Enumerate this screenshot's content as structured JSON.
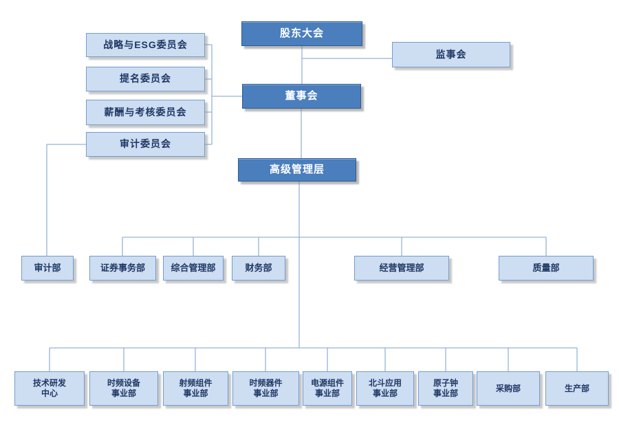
{
  "colors": {
    "primary_box_fill": "#4A7EBD",
    "primary_box_border": "#2E5A94",
    "primary_box_text": "#FFFFFF",
    "secondary_box_fill": "#CDDDF2",
    "secondary_box_border": "#739CCB",
    "secondary_box_text": "#1F3864",
    "connector": "#95B3D7"
  },
  "nodes": {
    "shareholders_meeting": {
      "label": "股东大会"
    },
    "supervisory_board": {
      "label": "监事会"
    },
    "board_of_directors": {
      "label": "董事会"
    },
    "strategy_esg_committee": {
      "label": "战略与ESG委员会"
    },
    "nomination_committee": {
      "label": "提名委员会"
    },
    "remuneration_committee": {
      "label": "薪酬与考核委员会"
    },
    "audit_committee": {
      "label": "审计委员会"
    },
    "senior_management": {
      "label": "高级管理层"
    },
    "audit_dept": {
      "label": "审计部"
    },
    "securities_affairs_dept": {
      "label": "证券事务部"
    },
    "general_management_dept": {
      "label": "综合管理部"
    },
    "finance_dept": {
      "label": "财务部"
    },
    "operations_management_dept": {
      "label": "经营管理部"
    },
    "quality_dept": {
      "label": "质量部"
    },
    "tech_rd_center": {
      "label": "技术研发\n中心"
    },
    "time_freq_equipment_div": {
      "label": "时频设备\n事业部"
    },
    "rf_components_div": {
      "label": "射频组件\n事业部"
    },
    "time_freq_devices_div": {
      "label": "时频器件\n事业部"
    },
    "power_components_div": {
      "label": "电源组件\n事业部"
    },
    "beidou_applications_div": {
      "label": "北斗应用\n事业部"
    },
    "atomic_clock_div": {
      "label": "原子钟\n事业部"
    },
    "procurement_dept": {
      "label": "采购部"
    },
    "production_dept": {
      "label": "生产部"
    }
  },
  "edges": [
    [
      "shareholders_meeting",
      "board_of_directors"
    ],
    [
      "shareholders_meeting",
      "supervisory_board"
    ],
    [
      "board_of_directors",
      "strategy_esg_committee"
    ],
    [
      "board_of_directors",
      "nomination_committee"
    ],
    [
      "board_of_directors",
      "remuneration_committee"
    ],
    [
      "board_of_directors",
      "audit_committee"
    ],
    [
      "board_of_directors",
      "senior_management"
    ],
    [
      "audit_committee",
      "audit_dept"
    ],
    [
      "senior_management",
      "securities_affairs_dept"
    ],
    [
      "senior_management",
      "general_management_dept"
    ],
    [
      "senior_management",
      "finance_dept"
    ],
    [
      "senior_management",
      "operations_management_dept"
    ],
    [
      "senior_management",
      "quality_dept"
    ],
    [
      "senior_management",
      "tech_rd_center"
    ],
    [
      "senior_management",
      "time_freq_equipment_div"
    ],
    [
      "senior_management",
      "rf_components_div"
    ],
    [
      "senior_management",
      "time_freq_devices_div"
    ],
    [
      "senior_management",
      "power_components_div"
    ],
    [
      "senior_management",
      "beidou_applications_div"
    ],
    [
      "senior_management",
      "atomic_clock_div"
    ],
    [
      "senior_management",
      "procurement_dept"
    ],
    [
      "senior_management",
      "production_dept"
    ]
  ]
}
